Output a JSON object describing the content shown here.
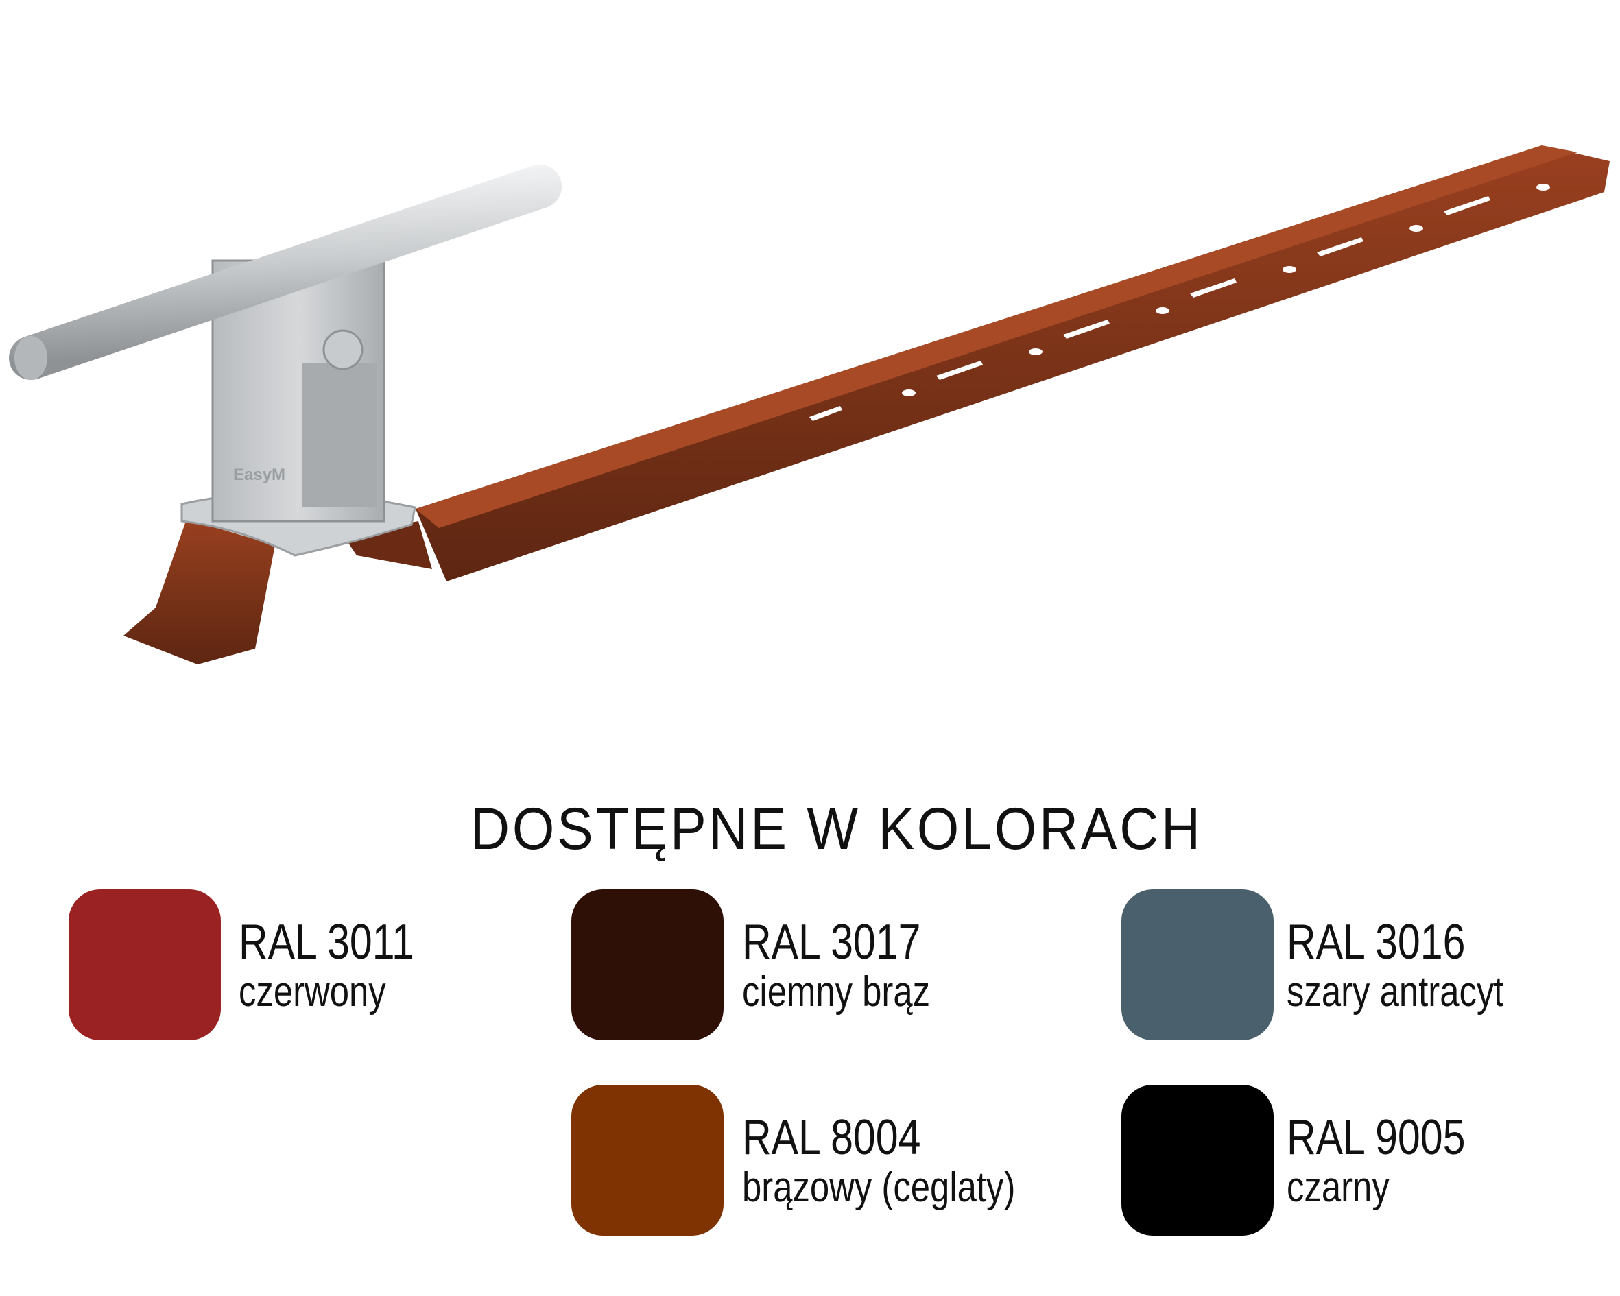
{
  "heading": "DOSTĘPNE W KOLORACH",
  "product_logo_text": "EasyM",
  "colors": [
    {
      "code": "RAL 3011",
      "name": "czerwony",
      "hex": "#9b2222"
    },
    {
      "code": "RAL 3017",
      "name": "ciemny brąz",
      "hex": "#2e1007"
    },
    {
      "code": "RAL 3016",
      "name": "szary antracyt",
      "hex": "#4a616d"
    },
    {
      "code": "RAL 8004",
      "name": "brązowy (ceglaty)",
      "hex": "#7f3302"
    },
    {
      "code": "RAL 9005",
      "name": "czarny",
      "hex": "#000000"
    }
  ]
}
